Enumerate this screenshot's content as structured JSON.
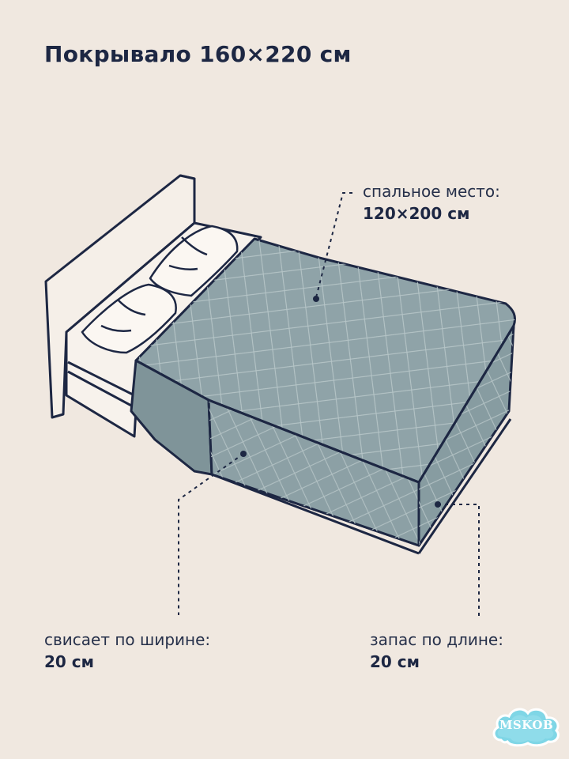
{
  "title": "Покрывало 160×220 см",
  "sleeping_area": {
    "caption": "спальное место:",
    "value": "120×200 см"
  },
  "side_overhang": {
    "caption": "свисает по ширине:",
    "value": "20 см"
  },
  "length_allowance": {
    "caption": "запас по длине:",
    "value": "20 см"
  },
  "logo": {
    "text": "MSKOB"
  },
  "colors": {
    "background": "#f0e8e0",
    "outline": "#1d2743",
    "blanket": "#8fa3a8",
    "blanket_dark": "#7f9499",
    "quilt_lines": "#b7c6c8",
    "logo_cloud": "#7fd6e6"
  }
}
